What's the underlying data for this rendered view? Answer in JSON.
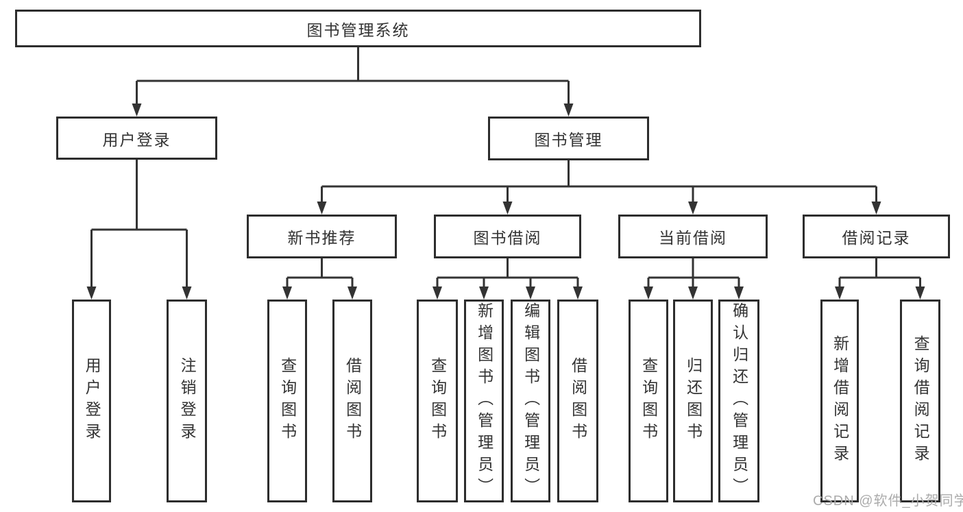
{
  "diagram": {
    "watermark": "CSDN @软件_小贺同学",
    "colors": {
      "line": "#333333",
      "box_border": "#2d2d2d",
      "box_background": "#ffffff",
      "text": "#333333",
      "watermark_text": "#ababab"
    },
    "tree": {
      "label": "图书管理系统",
      "children": [
        {
          "label": "用户登录",
          "children": [
            {
              "label": "用户登录"
            },
            {
              "label": "注销登录"
            }
          ]
        },
        {
          "label": "图书管理",
          "children": [
            {
              "label": "新书推荐",
              "children": [
                {
                  "label": "查询图书"
                },
                {
                  "label": "借阅图书"
                }
              ]
            },
            {
              "label": "图书借阅",
              "children": [
                {
                  "label": "查询图书"
                },
                {
                  "label": "新增图书（管理员）"
                },
                {
                  "label": "编辑图书（管理员）"
                },
                {
                  "label": "借阅图书"
                }
              ]
            },
            {
              "label": "当前借阅",
              "children": [
                {
                  "label": "查询图书"
                },
                {
                  "label": "归还图书"
                },
                {
                  "label": "确认归还（管理员）"
                }
              ]
            },
            {
              "label": "借阅记录",
              "children": [
                {
                  "label": "新增借阅记录"
                },
                {
                  "label": "查询借阅记录"
                }
              ]
            }
          ]
        }
      ]
    }
  }
}
